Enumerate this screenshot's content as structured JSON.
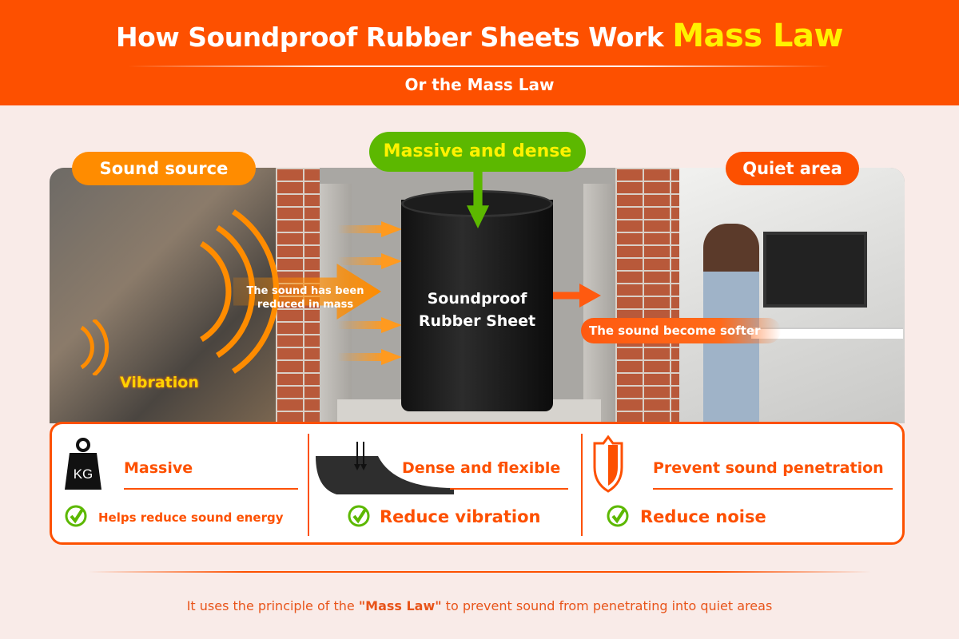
{
  "header": {
    "title_main": "How Soundproof Rubber Sheets Work",
    "title_highlight": "Mass Law",
    "subtitle": "Or the Mass Law"
  },
  "scene": {
    "sound_source_label": "Sound source",
    "massive_dense_label": "Massive and dense",
    "quiet_area_label": "Quiet area",
    "reduced_text": "The sound has been reduced in mass",
    "sheet_label_line1": "Soundproof",
    "sheet_label_line2": "Rubber Sheet",
    "softer_text": "The sound become softer",
    "vibration_label": "Vibration"
  },
  "features": [
    {
      "title": "Massive",
      "benefit": "Helps reduce sound energy",
      "icon_text": "KG"
    },
    {
      "title": "Dense and flexible",
      "benefit": "Reduce vibration"
    },
    {
      "title": "Prevent sound penetration",
      "benefit": "Reduce noise"
    }
  ],
  "footer": {
    "pre": "It uses the principle of the ",
    "highlight": "\"Mass Law\"",
    "post": " to prevent sound from penetrating into quiet areas"
  },
  "colors": {
    "orange": "#fd5000",
    "light_orange": "#ff8c00",
    "green": "#5cb800",
    "yellow": "#fff200",
    "background": "#f9ebe8"
  }
}
